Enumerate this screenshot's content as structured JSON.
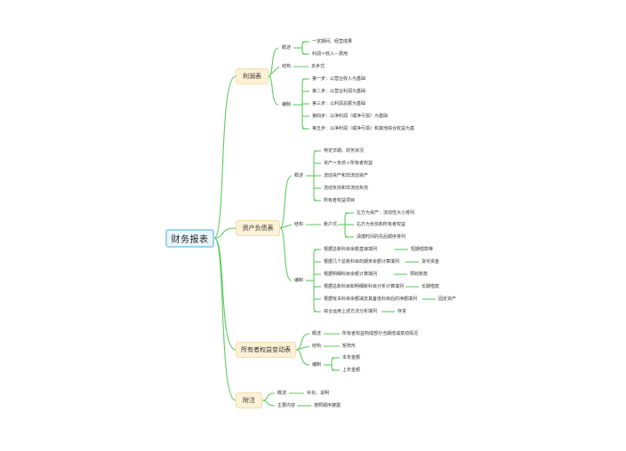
{
  "root": {
    "label": "财务报表"
  },
  "branches": [
    {
      "label": "利润表",
      "groups": [
        {
          "label": "概述",
          "items": [
            "一定期间、经营成果",
            "利润＝收入－费用"
          ]
        },
        {
          "label": "结构",
          "items": [
            "多步式"
          ]
        },
        {
          "label": "编制",
          "items": [
            "第一步：以营业收入为基础",
            "第二步：以营业利润为基础",
            "第三步：以利润总额为基础",
            "第四步：以净利润（或净亏损）为基础",
            "第五步：以净利润（或净亏损）和其他综合收益为基"
          ]
        }
      ]
    },
    {
      "label": "资产负债表",
      "groups": [
        {
          "label": "概述",
          "items": [
            "特定日期、财务状况",
            "资产＝负债＋所有者权益",
            "流动资产和非流动资产",
            "流动负债和非流动负债",
            "所有者权益项目"
          ]
        },
        {
          "label": "结构",
          "sub": "账户式",
          "items": [
            "左方为资产：流动性大小排列",
            "右方为负债和所有者权益",
            "清偿时间的先后顺序排列"
          ]
        },
        {
          "label": "编制",
          "items": [
            {
              "text": "根据总账科目余额直接填列",
              "note": "短期借款等"
            },
            {
              "text": "根据几个总账科目的期末余额计算填列",
              "note": "货币资金"
            },
            {
              "text": "根据明细科目余额计算填列",
              "note": "预收账款"
            },
            {
              "text": "根据总账科目和明细账科目分析计算填列",
              "note": "长期借款"
            },
            {
              "text": "根据有关科目余额减去其备抵科目后的净额填列",
              "note": "固定资产"
            },
            {
              "text": "综合运用上述方法分析填列",
              "note": "存货"
            }
          ]
        }
      ]
    },
    {
      "label": "所有者权益变动表",
      "groups": [
        {
          "label": "概述",
          "items": [
            "所有者权益构成部分当期增减变动情况"
          ]
        },
        {
          "label": "结构",
          "items": [
            "矩阵形"
          ]
        },
        {
          "label": "编制",
          "items": [
            "本年金额",
            "上年金额"
          ]
        }
      ]
    },
    {
      "label": "附注",
      "groups": [
        {
          "label": "概述",
          "items": [
            "补充、说明"
          ]
        },
        {
          "label": "主要内容",
          "items": [
            "按照顺序披露"
          ]
        }
      ]
    }
  ],
  "colors": {
    "line": "#5ecb60",
    "root_fill": "#eaf6fd",
    "root_border": "#9fd3ef",
    "main_fill": "#fdf1d6",
    "main_border": "#f3dfae"
  }
}
